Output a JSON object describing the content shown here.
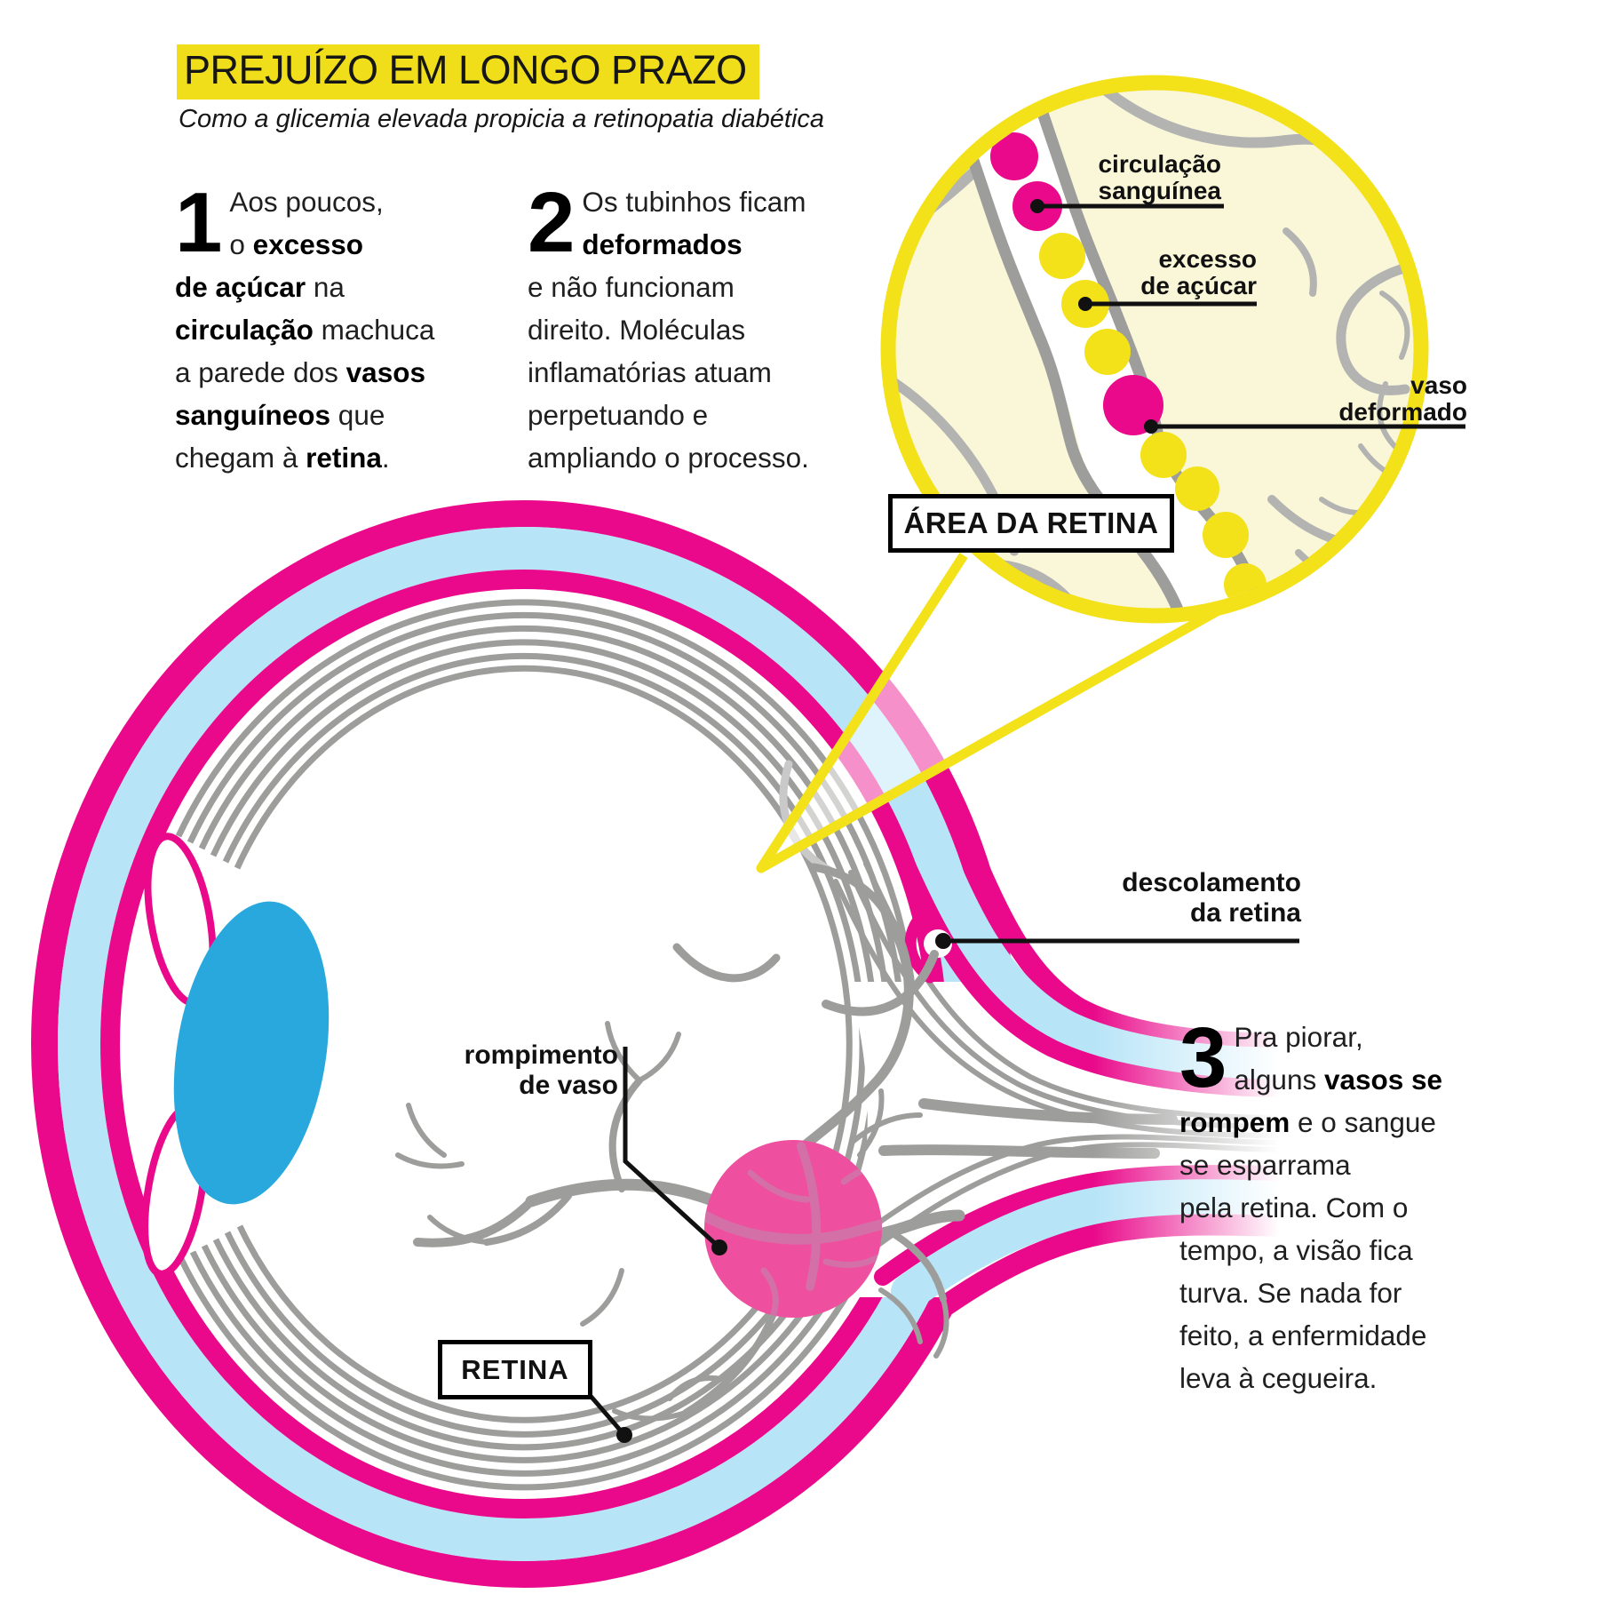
{
  "title": "PREJUÍZO EM LONGO PRAZO",
  "subtitle": "Como a glicemia elevada propicia a retinopatia diabética",
  "steps": [
    {
      "num": "1",
      "segments": [
        {
          "t": "Aos poucos,"
        },
        {
          "br": true
        },
        {
          "t": "o "
        },
        {
          "t": "excesso",
          "b": true
        },
        {
          "br": true
        },
        {
          "t": "de açúcar",
          "b": true
        },
        {
          "t": " na"
        },
        {
          "br": true
        },
        {
          "t": "circulação",
          "b": true
        },
        {
          "t": " machuca"
        },
        {
          "br": true
        },
        {
          "t": "a parede dos "
        },
        {
          "t": "vasos",
          "b": true
        },
        {
          "br": true
        },
        {
          "t": "sanguíneos",
          "b": true
        },
        {
          "t": " que"
        },
        {
          "br": true
        },
        {
          "t": "chegam à "
        },
        {
          "t": "retina",
          "b": true
        },
        {
          "t": "."
        }
      ]
    },
    {
      "num": "2",
      "segments": [
        {
          "t": "Os tubinhos ficam"
        },
        {
          "br": true
        },
        {
          "t": "deformados",
          "b": true
        },
        {
          "br": true
        },
        {
          "t": "e não funcionam"
        },
        {
          "br": true
        },
        {
          "t": "direito. Moléculas"
        },
        {
          "br": true
        },
        {
          "t": "inflamatórias atuam"
        },
        {
          "br": true
        },
        {
          "t": "perpetuando e"
        },
        {
          "br": true
        },
        {
          "t": "ampliando o processo."
        }
      ]
    },
    {
      "num": "3",
      "segments": [
        {
          "t": "Pra piorar,"
        },
        {
          "br": true
        },
        {
          "t": "alguns "
        },
        {
          "t": "vasos se",
          "b": true
        },
        {
          "br": true
        },
        {
          "t": "rompem",
          "b": true
        },
        {
          "t": " e o sangue"
        },
        {
          "br": true
        },
        {
          "t": "se esparrama"
        },
        {
          "br": true
        },
        {
          "t": "pela retina. Com o"
        },
        {
          "br": true
        },
        {
          "t": "tempo, a visão fica"
        },
        {
          "br": true
        },
        {
          "t": "turva. Se nada for"
        },
        {
          "br": true
        },
        {
          "t": "feito, a enfermidade"
        },
        {
          "br": true
        },
        {
          "t": "leva à cegueira."
        }
      ]
    }
  ],
  "inset": {
    "area_box": "ÁREA DA RETINA",
    "circulation": {
      "l1": "circulação",
      "l2": "sanguínea"
    },
    "sugar": {
      "l1": "excesso",
      "l2": "de açúcar"
    },
    "deformed": {
      "l1": "vaso",
      "l2": "deformado"
    }
  },
  "eye": {
    "retina_box": "RETINA",
    "detachment": {
      "l1": "descolamento",
      "l2": "da retina"
    },
    "rupture": {
      "l1": "rompimento",
      "l2": "de vaso"
    }
  },
  "colors": {
    "magenta": "#E9098A",
    "yellow": "#F3E11A",
    "pale_yellow": "#FAF7D9",
    "highlight_yellow": "#F0DE1B",
    "light_blue": "#B7E4F7",
    "lens_blue": "#29A8DD",
    "gray": "#9D9D9C",
    "light_gray": "#B3B3B2",
    "hemorrhage_pink": "#EF4F9F"
  }
}
